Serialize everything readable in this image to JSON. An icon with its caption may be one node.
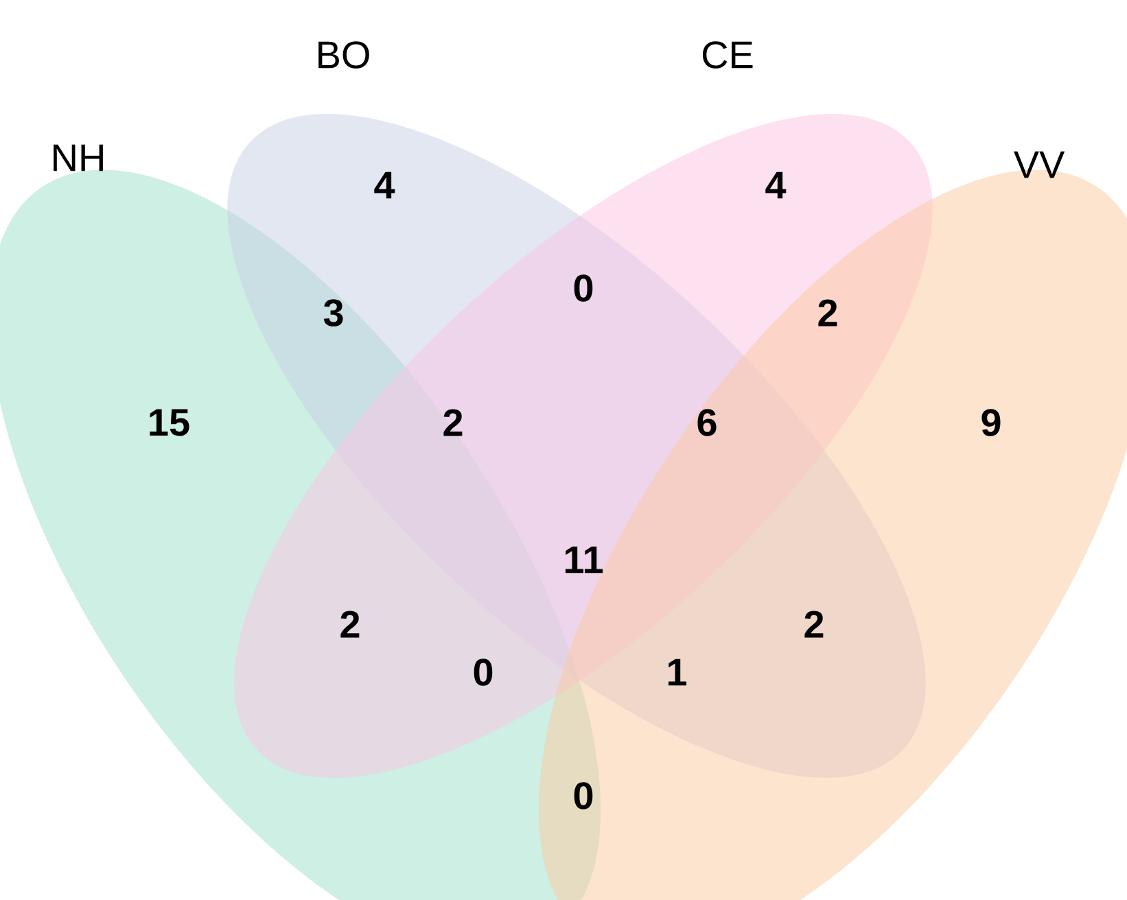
{
  "diagram": {
    "nodes": [
      {
        "text": [
          "NH"
        ]
      },
      {
        "text": [
          "BO"
        ]
      },
      {
        "text": [
          "CE"
        ]
      },
      {
        "text": [
          "VV"
        ]
      }
    ],
    "labels": [
      "4",
      "4",
      "0",
      "3",
      "2",
      "15",
      "2",
      "6",
      "9",
      "11",
      "2",
      "2",
      "0",
      "1",
      "0"
    ]
  }
}
